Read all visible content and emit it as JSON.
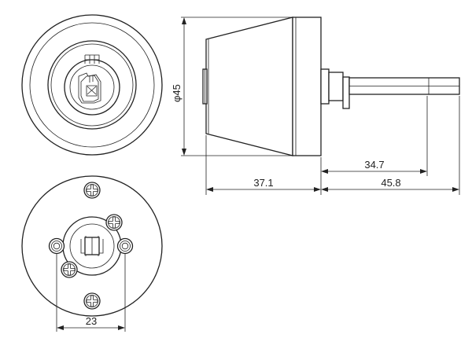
{
  "diagram": {
    "colors": {
      "line": "#222222",
      "background": "#ffffff"
    },
    "dimensions": {
      "diameter_label": "φ45",
      "length_body": "37.1",
      "length_shaft_total": "45.8",
      "length_shaft_exposed": "34.7",
      "screw_spacing": "23"
    }
  }
}
